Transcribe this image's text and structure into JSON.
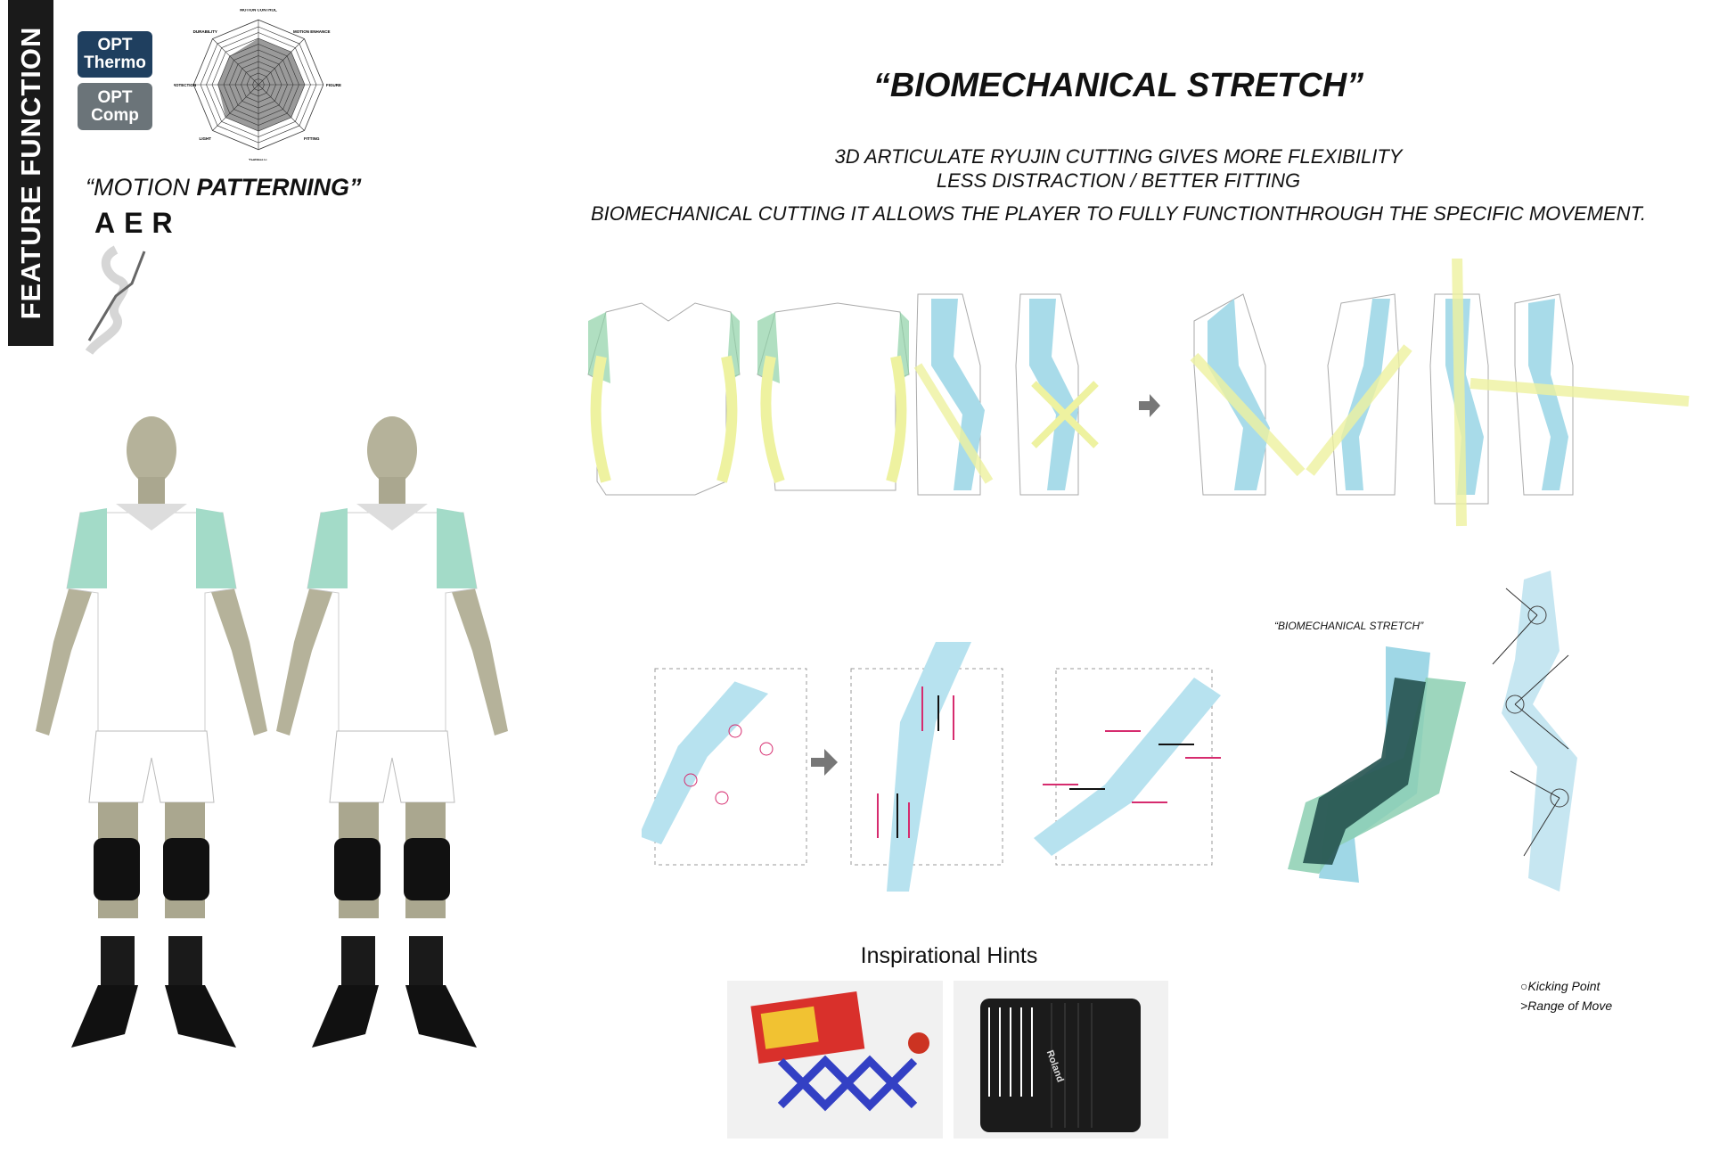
{
  "sidebar": {
    "title": "FEATURE FUNCTION"
  },
  "badges": [
    {
      "line1": "OPT",
      "line2": "Thermo",
      "color": "#1f3f5f"
    },
    {
      "line1": "OPT",
      "line2": "Comp",
      "color": "#6b7479"
    }
  ],
  "chart_data": {
    "type": "radar",
    "axes": [
      "MOTION CONTROL",
      "MOTION ENHANCE",
      "FIGURE",
      "FITTING",
      "THERMAL",
      "LIGHT",
      "PROTECTION",
      "DURABILITY"
    ],
    "values": [
      8,
      8,
      8,
      8,
      8,
      8,
      7,
      7
    ],
    "max": 10,
    "rings": 10
  },
  "motion": {
    "prefix": "“MOTION ",
    "bold": "PATTERNING”",
    "code": "AER"
  },
  "header": {
    "title": "“BIOMECHANICAL STRETCH”",
    "line1": "3D ARTICULATE RYUJIN CUTTING GIVES MORE FLEXIBILITY",
    "line2": "LESS DISTRACTION / BETTER FITTING",
    "line3": "BIOMECHANICAL CUTTING IT ALLOWS THE PLAYER TO FULLY FUNCTIONTHROUGH THE SPECIFIC MOVEMENT."
  },
  "diagram": {
    "stretch_label": "“BIOMECHANICAL STRETCH”"
  },
  "legend": {
    "kicking_point": "Kicking Point",
    "range_of_move": "Range of Move"
  },
  "hints": {
    "title": "Inspirational Hints",
    "accordion_brand": "Roland"
  },
  "colors": {
    "band_blue": "#a8dbe9",
    "band_green": "#7fcaa8",
    "arrow_yellow": "#eef2a0",
    "sleeve_mint": "#a3dbc8",
    "dark_teal": "#25524f",
    "magenta": "#d62b6e"
  }
}
